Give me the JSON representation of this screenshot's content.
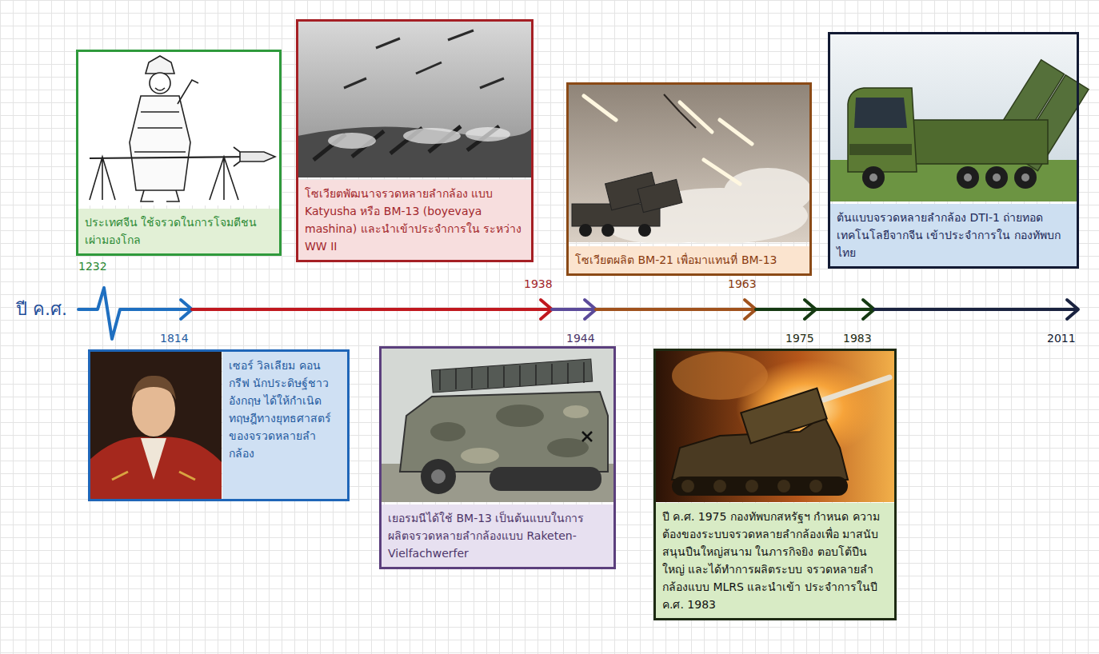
{
  "diagram": {
    "nodes": [
      {
        "text": [
          "ประเทศจีน ใช้จรวดในการโจมตีชน เผ่ามองโกล"
        ]
      },
      {
        "text": [
          "เซอร์ วิลเลียม คอน กรีฟ นักประดิษฐ์ชาว อังกฤษ ได้ให้กำเนิด ทฤษฎีทางยุทธศาสตร์ ของจรวดหลายลำ กล้อง"
        ]
      },
      {
        "text": [
          "โซเวียตพัฒนาจรวดหลายลำกล้อง แบบ Katyusha หรือ BM-13 (boyevaya mashina) และนำเข้าประจำการใน ระหว่าง WW II"
        ]
      },
      {
        "text": [
          "เยอรมนีได้ใช้ BM-13 เป็นต้นแบบในการ ผลิตจรวดหลายลำกล้องแบบ Raketen- Vielfachwerfer"
        ]
      },
      {
        "text": [
          "โซเวียตผลิต BM-21 เพื่อมาแทนที่ BM-13"
        ]
      },
      {
        "text": [
          "ปี ค.ศ. 1975 กองทัพบกสหรัฐฯ กำหนด ความต้องของระบบจรวดหลายลำกล้องเพื่อ มาสนับสนุนปืนใหญ่สนาม ในภารกิจยิง ตอบโต้ปืนใหญ่ และได้ทำการผลิตระบบ จรวดหลายลำกล้องแบบ MLRS และนำเข้า ประจำการในปี ค.ศ. 1983"
        ]
      },
      {
        "text": [
          "ต้นแบบจรวดหลายลำกล้อง DTI-1 ถ่ายทอด เทคโนโลยีจากจีน เข้าประจำการใน กองทัพบกไทย"
        ]
      }
    ],
    "labels": [
      "ปี ค.ศ.",
      "1232",
      "1814",
      "1938",
      "1944",
      "1963",
      "1975",
      "1983",
      "2011"
    ]
  }
}
